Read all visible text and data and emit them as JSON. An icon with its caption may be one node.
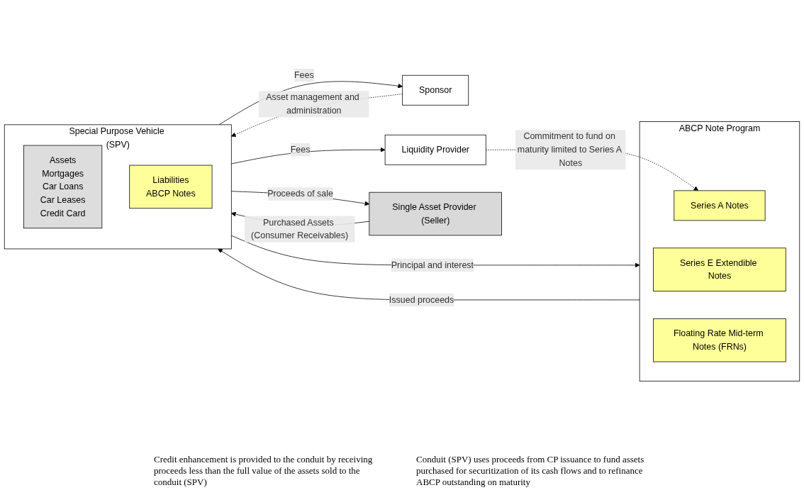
{
  "diagram": {
    "nodes": [
      {
        "text": [
          "Sponsor"
        ]
      },
      {
        "text": [
          "Liquidity Provider"
        ]
      },
      {
        "text": [
          "Single Asset Provider (Seller)"
        ]
      },
      {
        "text": [
          "Special Purpose Vehicle (SPV)"
        ]
      },
      {
        "text": [
          "Assets",
          "Mortgages",
          "Car Loans",
          "Car Leases",
          "Credit Card"
        ],
        "in": 3
      },
      {
        "text": [
          "Liabilities",
          "ABCP Notes"
        ],
        "in": 3
      },
      {
        "text": [
          "ABCP Note Program"
        ]
      },
      {
        "text": [
          "Series A Notes"
        ],
        "in": 6
      },
      {
        "text": [
          "Series E Extendible Notes"
        ],
        "in": 6
      },
      {
        "text": [
          "Floating Rate Mid-term Notes (FRNs)"
        ],
        "in": 6
      }
    ],
    "edges": [
      {
        "from": 2,
        "to": 3,
        "arrow": "to",
        "label": "Purchased Assets (Consumer Receivables)"
      },
      {
        "from": 3,
        "to": 2,
        "arrow": "to",
        "label": "Proceeds of sale"
      },
      {
        "from": 0,
        "to": 3,
        "arrow": "to",
        "label": "Asset management and administration",
        "style": "dashed"
      },
      {
        "from": 3,
        "to": 0,
        "arrow": "to",
        "label": "Fees"
      },
      {
        "from": 3,
        "to": 1,
        "arrow": "to",
        "label": "Fees"
      },
      {
        "from": 1,
        "to": 7,
        "arrow": "to",
        "label": "Commitment to fund on maturity limited to Series A Notes",
        "style": "dashed"
      },
      {
        "from": 6,
        "to": 3,
        "arrow": "to",
        "label": "Issued proceeds"
      },
      {
        "from": 3,
        "to": 6,
        "arrow": "to",
        "label": "Principal and interest"
      }
    ],
    "labels": [
      "Credit enhancement is provided to the conduit by receiving proceeds less than the full value of the assets sold to the conduit (SPV)",
      "Conduit (SPV) uses proceeds from CP issuance to fund assets purchased for securitization of its cash flows and to refinance ABCP outstanding on maturity"
    ]
  }
}
